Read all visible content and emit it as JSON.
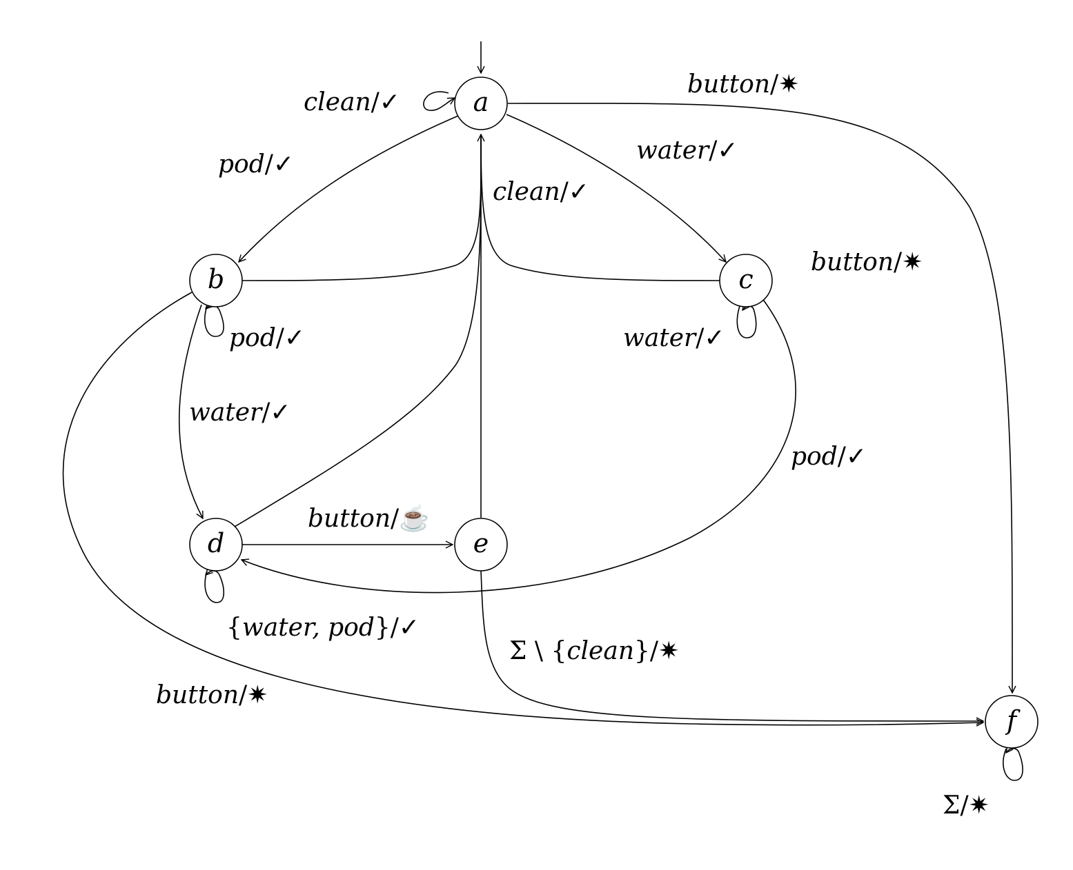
{
  "states": {
    "a": "a",
    "b": "b",
    "c": "c",
    "d": "d",
    "e": "e",
    "f": "f"
  },
  "labels": {
    "a_self": {
      "input": "clean",
      "output": "✓"
    },
    "a_f": {
      "input": "button",
      "output": "✷"
    },
    "a_b": {
      "input": "pod",
      "output": "✓"
    },
    "a_c": {
      "input": "water",
      "output": "✓"
    },
    "to_a_clean": {
      "input": "clean",
      "output": "✓"
    },
    "c_f": {
      "input": "button",
      "output": "✷"
    },
    "b_self": {
      "input": "pod",
      "output": "✓"
    },
    "c_self": {
      "input": "water",
      "output": "✓"
    },
    "b_d": {
      "input": "water",
      "output": "✓"
    },
    "c_d": {
      "input": "pod",
      "output": "✓"
    },
    "d_e": {
      "input": "button",
      "output": "☕"
    },
    "d_self": {
      "set_open": "{",
      "input": "water, pod",
      "set_close": "}",
      "output": "✓"
    },
    "e_f": {
      "prefix": "Σ \\ {",
      "input": "clean",
      "set_close": "}",
      "output": "✷"
    },
    "b_f": {
      "input": "button",
      "output": "✷"
    },
    "f_self": {
      "input": "Σ",
      "output": "✷"
    }
  },
  "separator": "/"
}
